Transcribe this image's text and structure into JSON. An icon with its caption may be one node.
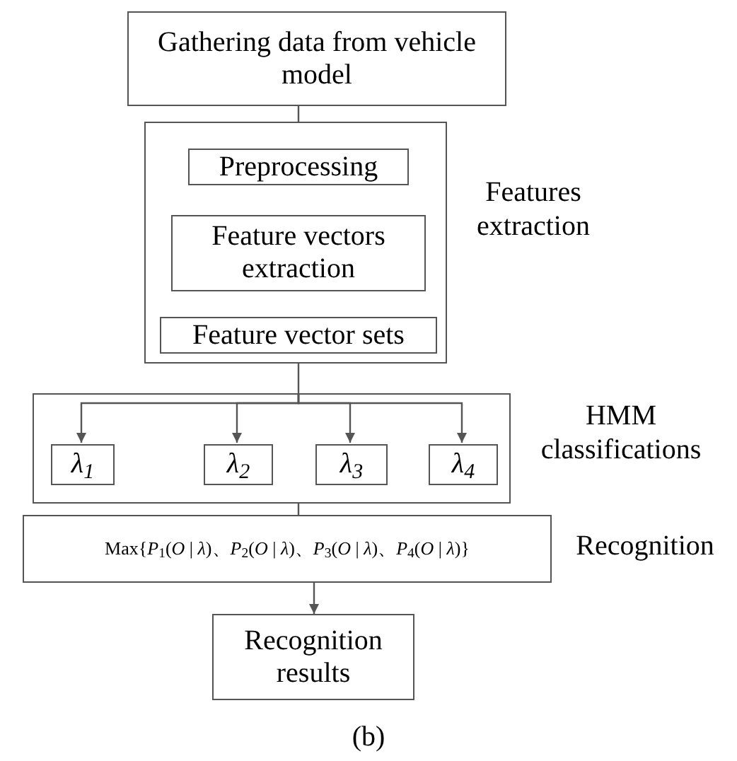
{
  "diagram": {
    "caption": "(b)",
    "nodes": [
      {
        "text": [
          "Gathering data from vehicle model"
        ]
      },
      {
        "text": [],
        "shape": "box",
        "beside": [
          "Features extraction"
        ]
      },
      {
        "text": [
          "Preprocessing"
        ],
        "in": 1
      },
      {
        "text": [
          "Feature vectors extraction"
        ],
        "in": 1
      },
      {
        "text": [
          "Feature vector sets"
        ],
        "in": 1
      },
      {
        "text": [],
        "shape": "box",
        "beside": [
          "HMM classifications"
        ]
      },
      {
        "text": [
          "λ$_{1}$"
        ],
        "in": 5
      },
      {
        "text": [
          "λ$_{2}$"
        ],
        "in": 5
      },
      {
        "text": [
          "λ$_{3}$"
        ],
        "in": 5
      },
      {
        "text": [
          "λ$_{4}$"
        ],
        "in": 5
      },
      {
        "text": [
          "Max{*P*$_{1}$(*O* | *λ*)、*P*$_{2}$(*O* | *λ*)、*P*$_{3}$(*O* | *λ*)、*P*$_{4}$(*O* | *λ*)}"
        ],
        "beside": [
          "Recognition"
        ]
      },
      {
        "text": [
          "Recognition results"
        ]
      }
    ],
    "edges": [
      {
        "from": 0,
        "to": 1,
        "arrow": "none"
      },
      {
        "from": 1,
        "to": 5,
        "arrow": "none"
      },
      {
        "from": 5,
        "to": 6,
        "arrow": "to"
      },
      {
        "from": 5,
        "to": 7,
        "arrow": "to"
      },
      {
        "from": 5,
        "to": 8,
        "arrow": "to"
      },
      {
        "from": 5,
        "to": 9,
        "arrow": "to"
      },
      {
        "from": 5,
        "to": 10,
        "arrow": "none"
      },
      {
        "from": 10,
        "to": 11,
        "arrow": "to"
      }
    ]
  }
}
